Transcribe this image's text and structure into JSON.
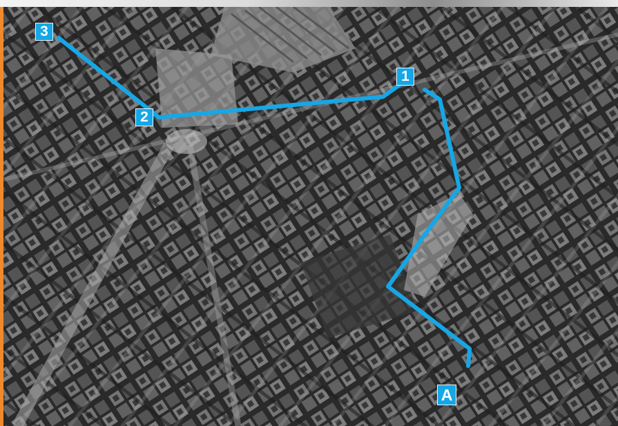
{
  "map": {
    "view": "satellite-grayscale",
    "accent_color": "#ee8a2c",
    "route_color": "#16a7e6",
    "markers": [
      {
        "id": "A",
        "label": "A"
      },
      {
        "id": "1",
        "label": "1"
      },
      {
        "id": "2",
        "label": "2"
      },
      {
        "id": "3",
        "label": "3"
      }
    ]
  }
}
